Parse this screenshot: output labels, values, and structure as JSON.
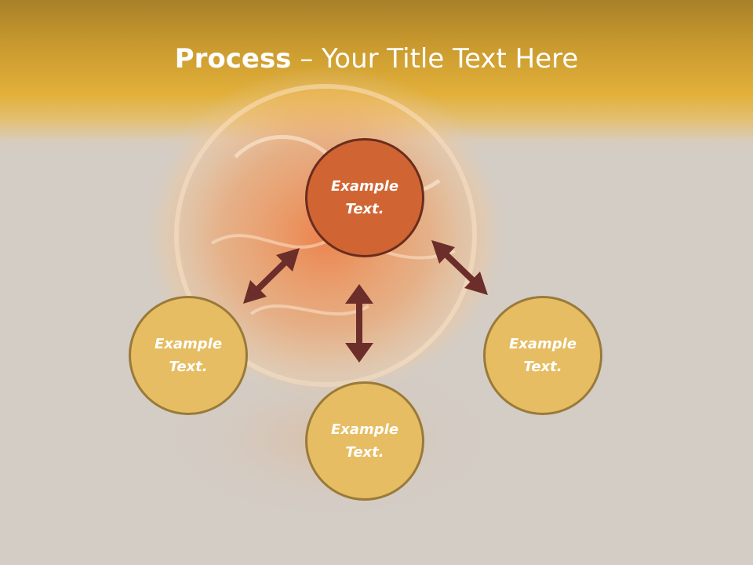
{
  "slide": {
    "title_bold": "Process",
    "title_rest": " – Your Title Text Here"
  },
  "diagram": {
    "center_node": {
      "text": "Example Text."
    },
    "left_node": {
      "text": "Example Text."
    },
    "bottom_node": {
      "text": "Example Text."
    },
    "right_node": {
      "text": "Example Text."
    }
  },
  "colors": {
    "header_gold": "#e2b03a",
    "background": "#d3cdc6",
    "center_fill": "#d06533",
    "outer_fill": "#e6bd62",
    "arrow": "#6b2e2a"
  }
}
